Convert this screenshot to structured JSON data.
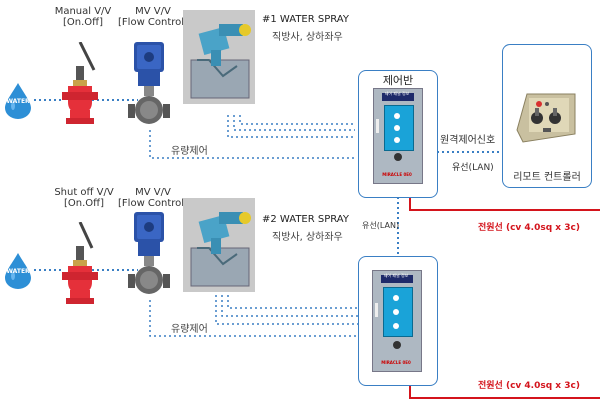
{
  "colors": {
    "dotted_line": "#3a7fc4",
    "power_line": "#d4141c",
    "panel_border": "#3a7fc4",
    "water_drop": "#2d8fd6",
    "valve_red": "#e5303a",
    "actuator_blue": "#2b52a8"
  },
  "row1": {
    "water": "WATER",
    "manual_valve": "Manual V/V\n[On.Off]",
    "mv_valve": "MV V/V\n[Flow Control]",
    "spray_title": "#1 WATER SPRAY",
    "spray_sub": "직방사, 상하좌우",
    "flow_ctrl": "유량제어"
  },
  "row2": {
    "water": "WATER",
    "shutoff_valve": "Shut off V/V\n[On.Off]",
    "mv_valve": "MV V/V\n[Flow Control]",
    "spray_title": "#2 WATER SPRAY",
    "spray_sub": "직방사, 상하좌우",
    "flow_ctrl": "유량제어"
  },
  "panel": {
    "title": "제어반",
    "header_text": "제어 패널 정보",
    "brand": "MIRACLE 0E0",
    "lan_vertical": "유선(LAN)",
    "power_label_1": "전원선 (cv 4.0sq x 3c)",
    "power_label_2": "전원선 (cv 4.0sq x 3c)"
  },
  "remote": {
    "signal": "원격제어신호",
    "lan": "유선(LAN)",
    "title": "리모트 컨트롤러"
  }
}
